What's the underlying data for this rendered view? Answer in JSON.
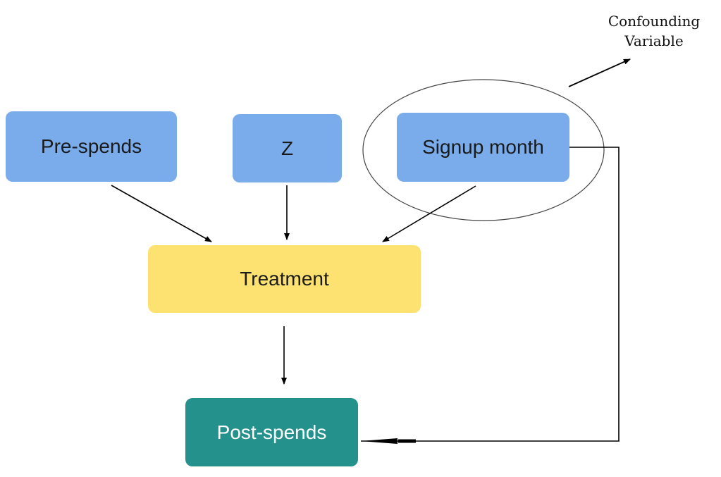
{
  "nodes": {
    "pre_spends": "Pre-spends",
    "z": "Z",
    "signup_month": "Signup month",
    "treatment": "Treatment",
    "post_spends": "Post-spends"
  },
  "annotation": {
    "line1": "Confounding",
    "line2": "Variable"
  },
  "colors": {
    "input_node": "#7aabeb",
    "treatment_node": "#fde272",
    "outcome_node": "#24918c",
    "edge": "#000000"
  },
  "edges": [
    {
      "from": "Pre-spends",
      "to": "Treatment"
    },
    {
      "from": "Z",
      "to": "Treatment"
    },
    {
      "from": "Signup month",
      "to": "Treatment"
    },
    {
      "from": "Treatment",
      "to": "Post-spends"
    },
    {
      "from": "Signup month",
      "to": "Post-spends"
    }
  ]
}
